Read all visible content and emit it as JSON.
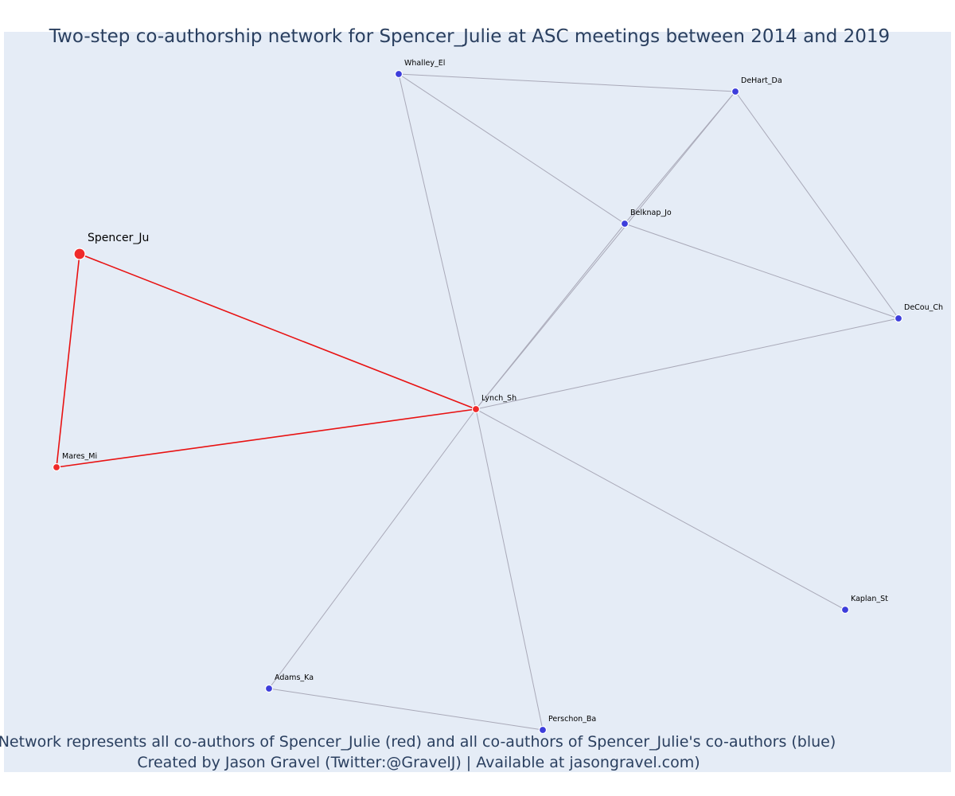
{
  "title": "Two-step co-authorship network for Spencer_Julie at ASC meetings between 2014 and 2019",
  "caption_line1": "Network represents all co-authors of Spencer_Julie (red) and all co-authors of Spencer_Julie's co-authors (blue)",
  "caption_line2": "Created by Jason Gravel (Twitter:@GravelJ) | Available at jasongravel.com)",
  "colors": {
    "background": "#e5ecf6",
    "coauthor_node": "#ef2a2a",
    "second_step_node": "#3d3ddb",
    "coauthor_edge": "#e81212",
    "other_edge": "#a9a9b8",
    "text": "#2a3f5f"
  },
  "nodes": [
    {
      "id": "Spencer_Ju",
      "label": "Spencer_Ju",
      "group": "focal"
    },
    {
      "id": "Mares_Mi",
      "label": "Mares_Mi",
      "group": "coauthor"
    },
    {
      "id": "Lynch_Sh",
      "label": "Lynch_Sh",
      "group": "coauthor"
    },
    {
      "id": "Whalley_El",
      "label": "Whalley_El",
      "group": "second_step"
    },
    {
      "id": "DeHart_Da",
      "label": "DeHart_Da",
      "group": "second_step"
    },
    {
      "id": "Belknap_Jo",
      "label": "Belknap_Jo",
      "group": "second_step"
    },
    {
      "id": "DeCou_Ch",
      "label": "DeCou_Ch",
      "group": "second_step"
    },
    {
      "id": "Kaplan_St",
      "label": "Kaplan_St",
      "group": "second_step"
    },
    {
      "id": "Adams_Ka",
      "label": "Adams_Ka",
      "group": "second_step"
    },
    {
      "id": "Perschon_Ba",
      "label": "Perschon_Ba",
      "group": "second_step"
    }
  ],
  "edges": [
    {
      "source": "Spencer_Ju",
      "target": "Mares_Mi",
      "type": "coauthor"
    },
    {
      "source": "Spencer_Ju",
      "target": "Lynch_Sh",
      "type": "coauthor"
    },
    {
      "source": "Mares_Mi",
      "target": "Lynch_Sh",
      "type": "coauthor"
    },
    {
      "source": "Whalley_El",
      "target": "DeHart_Da",
      "type": "other"
    },
    {
      "source": "Whalley_El",
      "target": "Belknap_Jo",
      "type": "other"
    },
    {
      "source": "Whalley_El",
      "target": "Lynch_Sh",
      "type": "other"
    },
    {
      "source": "DeHart_Da",
      "target": "Belknap_Jo",
      "type": "other"
    },
    {
      "source": "DeHart_Da",
      "target": "Lynch_Sh",
      "type": "other"
    },
    {
      "source": "DeHart_Da",
      "target": "DeCou_Ch",
      "type": "other"
    },
    {
      "source": "Belknap_Jo",
      "target": "Lynch_Sh",
      "type": "other"
    },
    {
      "source": "Belknap_Jo",
      "target": "DeCou_Ch",
      "type": "other"
    },
    {
      "source": "DeCou_Ch",
      "target": "Lynch_Sh",
      "type": "other"
    },
    {
      "source": "Lynch_Sh",
      "target": "Kaplan_St",
      "type": "other"
    },
    {
      "source": "Lynch_Sh",
      "target": "Adams_Ka",
      "type": "other"
    },
    {
      "source": "Lynch_Sh",
      "target": "Perschon_Ba",
      "type": "other"
    },
    {
      "source": "Adams_Ka",
      "target": "Perschon_Ba",
      "type": "other"
    }
  ]
}
